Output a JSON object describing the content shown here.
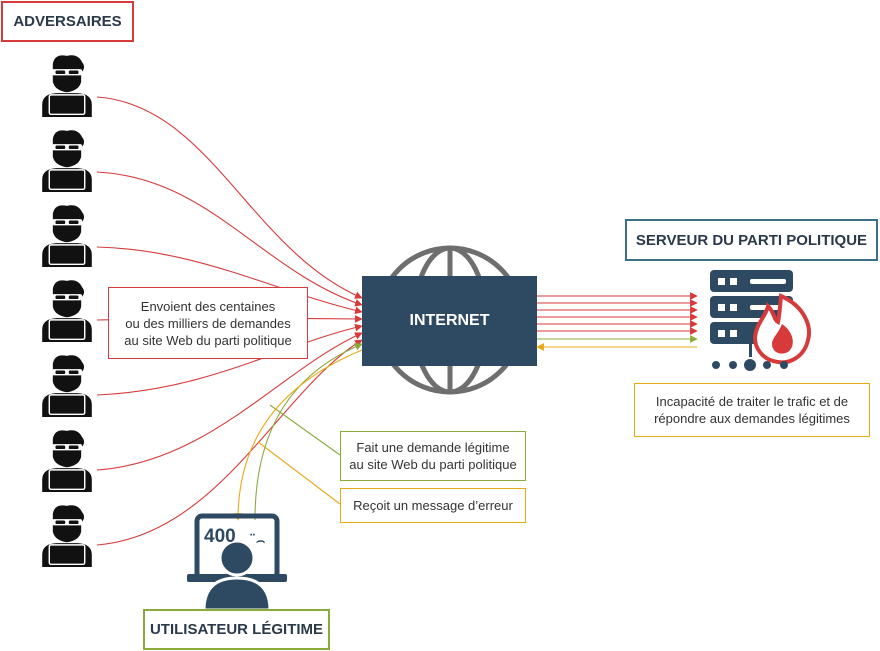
{
  "labels": {
    "adversaries": "ADVERSAIRES",
    "server": "SERVEUR DU PARTI POLITIQUE",
    "legit_user": "UTILISATEUR LÉGITIME",
    "internet": "INTERNET",
    "error_code": "400",
    "error_face": "¨⌢"
  },
  "notes": {
    "attack": [
      "Envoient des centaines",
      "ou des milliers de demandes",
      "au site Web du parti politique"
    ],
    "server_failure": [
      "Incapacité de traiter le trafic et de",
      "répondre aux demandes légitimes"
    ],
    "legit_request": [
      "Fait une demande légitime",
      "au site Web du parti politique"
    ],
    "error_received": [
      "Reçoit un message d’erreur"
    ]
  },
  "colors": {
    "attack": "#d63a3a",
    "legit_request": "#8aab3c",
    "error": "#e8a917",
    "navy": "#2e4a62",
    "gray": "#6e6e6e",
    "server_title_border": "#3a6f8a",
    "user_title_border": "#8aab3c",
    "adversary_border": "#d63a3a"
  },
  "icons": {
    "adversary": "hacker-icon",
    "server": "server-on-fire-icon",
    "globe": "globe-icon",
    "user": "user-computer-icon"
  }
}
